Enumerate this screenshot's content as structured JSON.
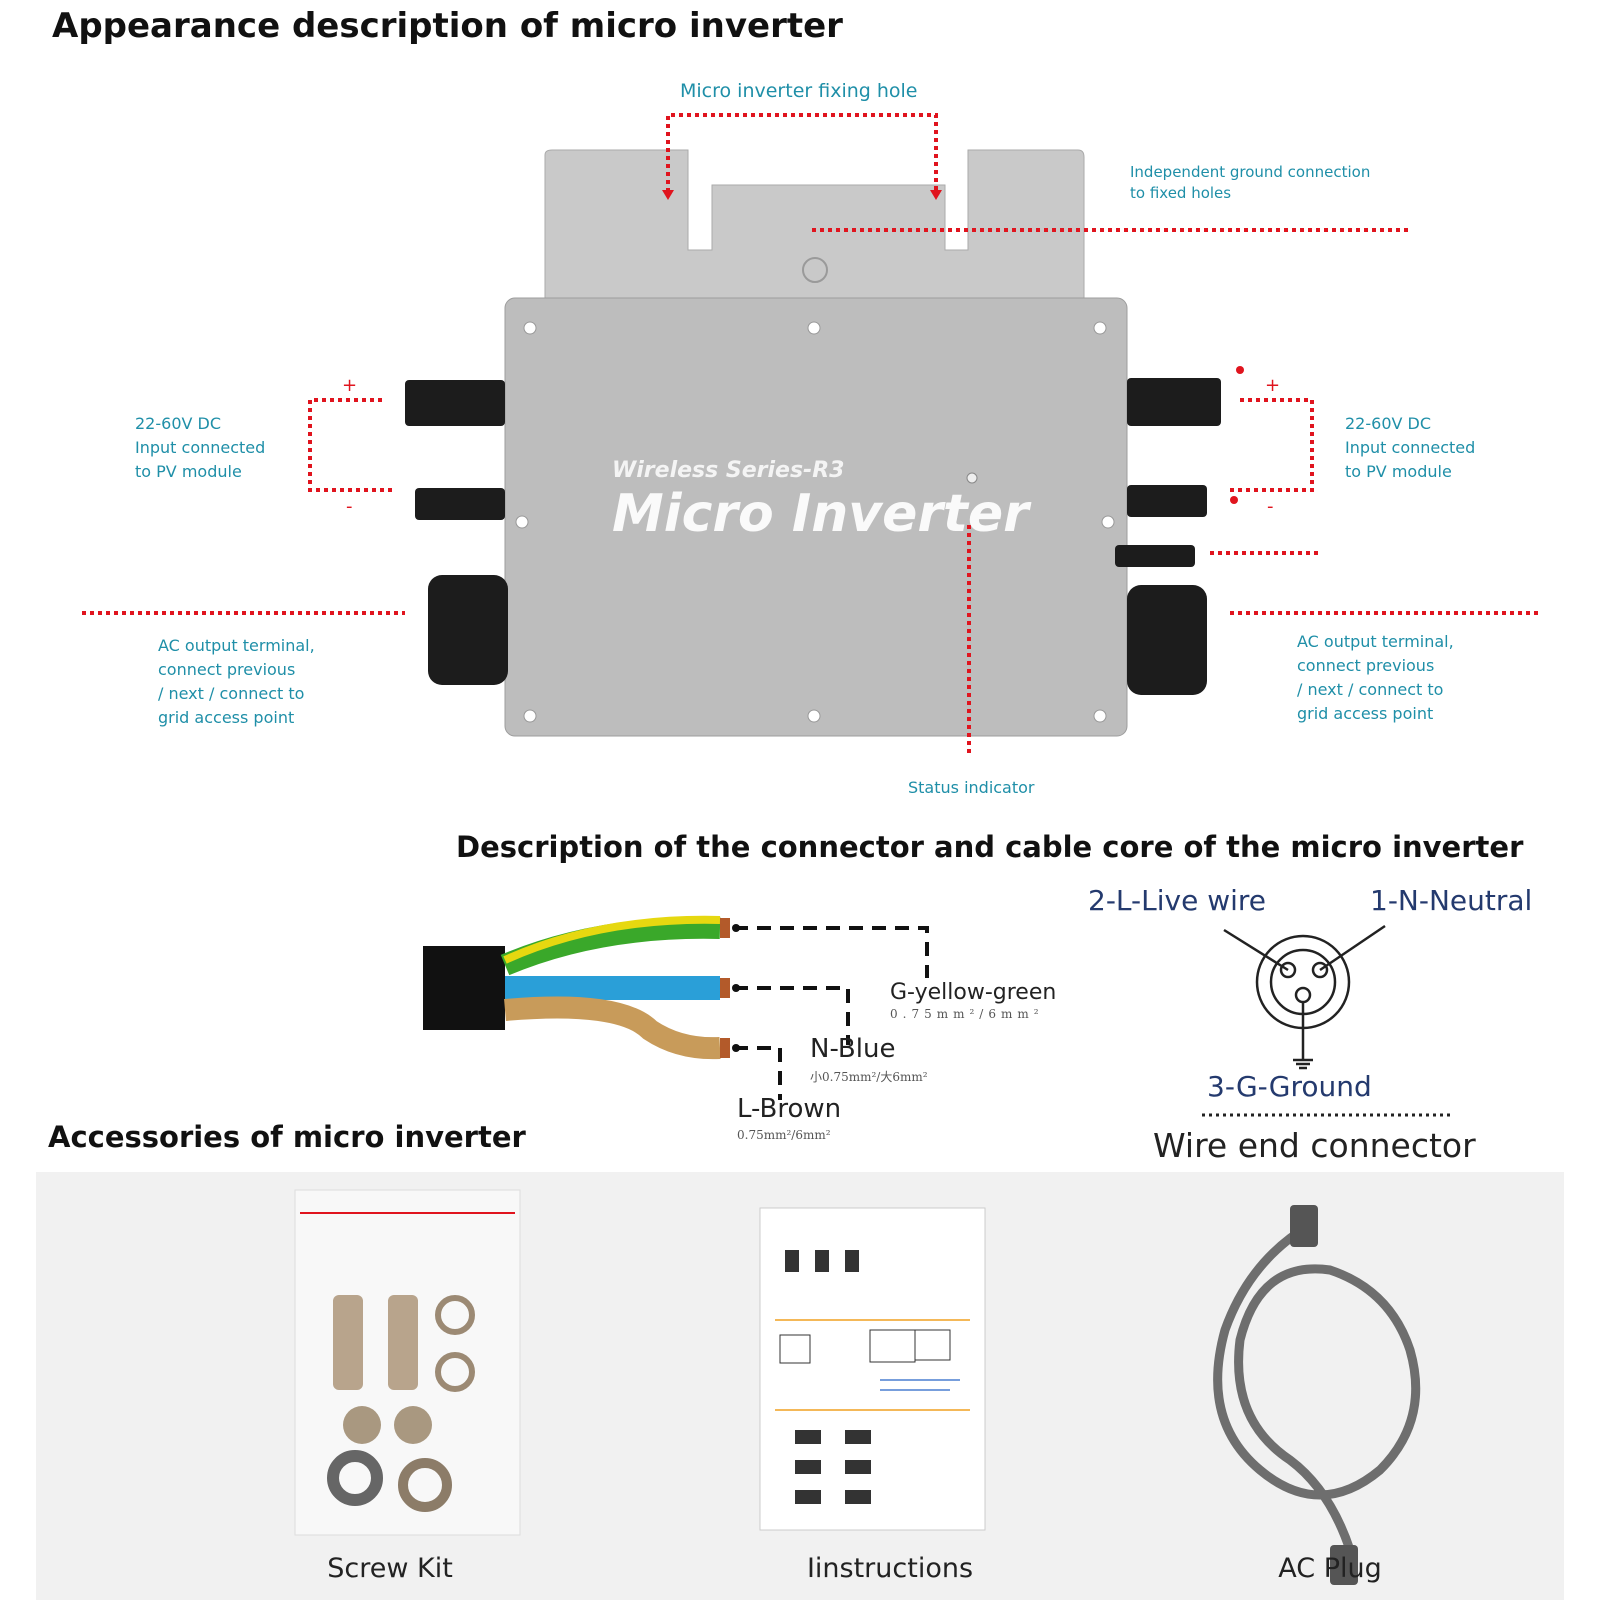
{
  "section1": {
    "title": "Appearance description of micro inverter",
    "fixing_hole": "Micro inverter fixing hole",
    "ground": [
      "Independent ground connection",
      "to fixed holes"
    ],
    "dc_left": [
      "22-60V DC",
      "Input connected",
      "to PV module"
    ],
    "dc_right": [
      "22-60V DC",
      "Input connected",
      "to PV module"
    ],
    "ac_left": [
      "AC output terminal,",
      "connect previous",
      "/ next / connect to",
      "grid access point"
    ],
    "ac_right": [
      "AC output terminal,",
      "connect previous",
      "/ next / connect to",
      "grid access point"
    ],
    "status": "Status indicator",
    "device_series": "Wireless Series-R3",
    "device_name": "Micro Inverter",
    "plus": "+",
    "minus": "-"
  },
  "section2": {
    "title": "Description of the connector and cable core of the micro inverter",
    "g_label": "G-yellow-green",
    "g_spec": "0.75mm²/6mm²",
    "n_label": "N-Blue",
    "n_spec": "小0.75mm²/大6mm²",
    "l_label": "L-Brown",
    "l_spec": "0.75mm²/6mm²",
    "live": "2-L-Live wire",
    "neutral": "1-N-Neutral",
    "ground": "3-G-Ground",
    "connector": "Wire end connector"
  },
  "section3": {
    "title": "Accessories of micro inverter",
    "items": [
      "Screw Kit",
      "Iinstructions",
      "AC Plug"
    ]
  },
  "colors": {
    "dotted_red": "#e0141e",
    "cyan_text": "#1f8fa8",
    "navy_text": "#243a6e",
    "inverter_body": "#bfbfbf",
    "wire_yellow": "#e6d810",
    "wire_green": "#3aa82a",
    "wire_blue": "#2a9fd8",
    "wire_brown": "#c89b5a"
  }
}
